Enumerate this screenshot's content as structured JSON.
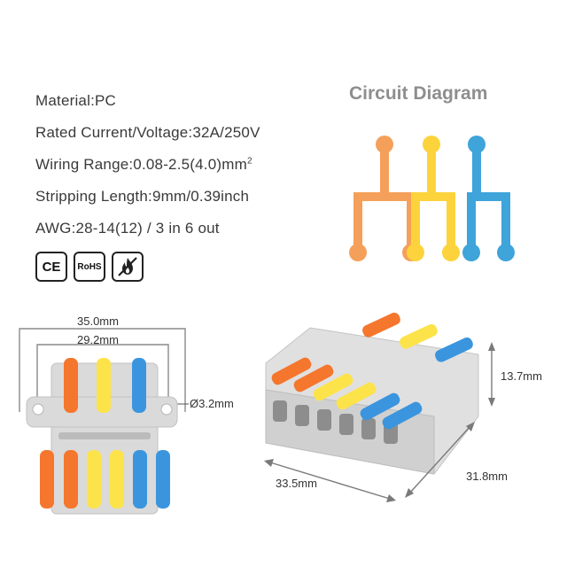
{
  "specs": {
    "material": "Material:PC",
    "rated": "Rated Current/Voltage:32A/250V",
    "wiring_main": "Wiring Range:0.08-2.5(4.0)mm",
    "wiring_sup": "2",
    "stripping": "Stripping Length:9mm/0.39inch",
    "awg": "AWG:28-14(12) / 3 in 6 out"
  },
  "badges": {
    "ce": "CE",
    "rohs": "RoHS",
    "fire_icon": "flame-crossed-icon"
  },
  "circuit": {
    "title": "Circuit Diagram",
    "colors": [
      "#f5a05a",
      "#fcd33c",
      "#3ea4da"
    ]
  },
  "dimensions": {
    "width_outer": "35.0mm",
    "width_inner": "29.2mm",
    "hole": "Ø3.2mm",
    "height": "13.7mm",
    "length": "33.5mm",
    "depth": "31.8mm"
  },
  "colors": {
    "orange": "#f5762d",
    "yellow": "#fde34a",
    "blue": "#3b95de",
    "housing": "#d7d7d7"
  }
}
